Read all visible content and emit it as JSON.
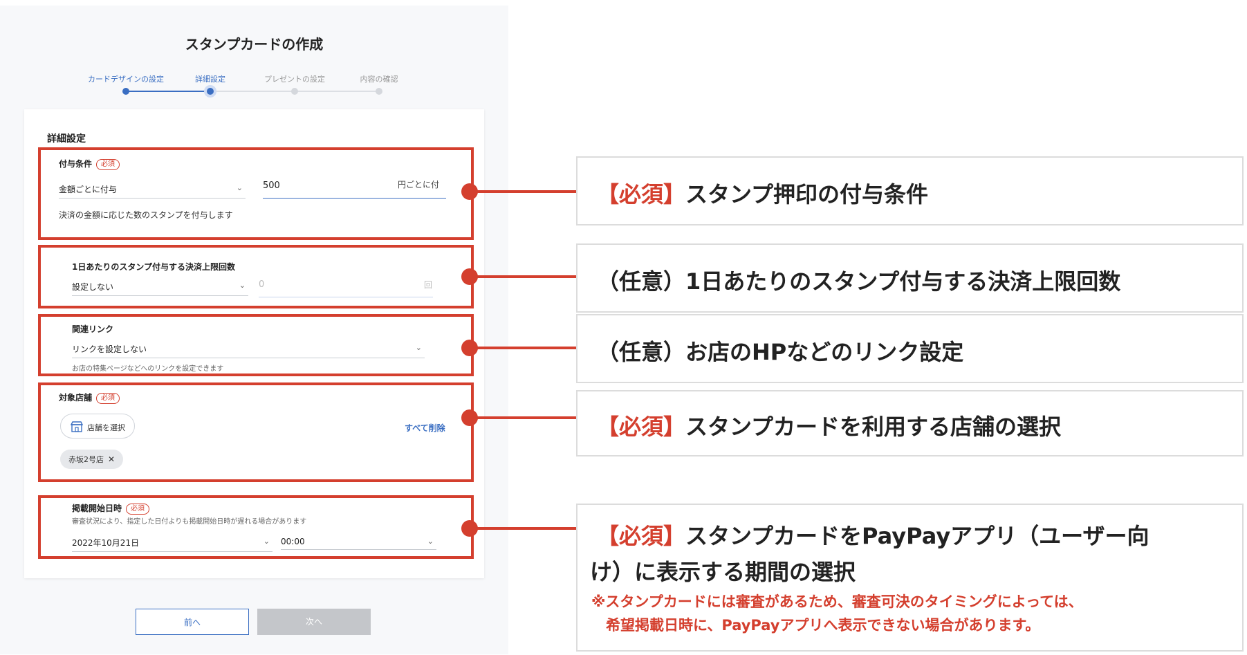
{
  "page": {
    "title": "スタンプカードの作成"
  },
  "stepper": {
    "steps": [
      {
        "label": "カードデザインの設定",
        "state": "done"
      },
      {
        "label": "詳細設定",
        "state": "current"
      },
      {
        "label": "プレゼントの設定",
        "state": "todo"
      },
      {
        "label": "内容の確認",
        "state": "todo"
      }
    ]
  },
  "form": {
    "section_title": "詳細設定",
    "required_badge": "必須",
    "grant": {
      "label": "付与条件",
      "select_value": "金額ごとに付与",
      "amount_value": "500",
      "unit": "円ごとに付",
      "helper": "決済の金額に応じた数のスタンプを付与します"
    },
    "daily_limit": {
      "label": "1日あたりのスタンプ付与する決済上限回数",
      "select_value": "設定しない",
      "count_placeholder": "0",
      "unit": "回"
    },
    "link": {
      "label": "関連リンク",
      "select_value": "リンクを設定しない",
      "helper": "お店の特集ページなどへのリンクを設定できます"
    },
    "stores": {
      "label": "対象店舗",
      "select_button": "店舗を選択",
      "clear_all": "すべて削除",
      "chips": [
        "赤坂2号店"
      ]
    },
    "publish": {
      "label": "掲載開始日時",
      "helper": "審査状況により、指定した日付よりも掲載開始日時が遅れる場合があります",
      "date_value": "2022年10月21日",
      "time_value": "00:00"
    }
  },
  "buttons": {
    "prev": "前へ",
    "next": "次へ"
  },
  "callouts": [
    {
      "tag": "【必須】",
      "text": "スタンプ押印の付与条件"
    },
    {
      "tag": "",
      "text": "（任意）1日あたりのスタンプ付与する決済上限回数"
    },
    {
      "tag": "",
      "text": "（任意）お店のHPなどのリンク設定"
    },
    {
      "tag": "【必須】",
      "text": "スタンプカードを利用する店舗の選択"
    },
    {
      "tag": "【必須】",
      "text": "スタンプカードをPayPayアプリ（ユーザー向",
      "text_line2": "け）に表示する期間の選択",
      "note_line1": "※スタンプカードには審査があるため、審査可決のタイミングによっては、",
      "note_line2": "　希望掲載日時に、PayPayアプリへ表示できない場合があります。"
    }
  ],
  "colors": {
    "accent": "#d43f2e",
    "primary": "#3a6ec2"
  },
  "icons": {
    "select_chevron": "chevron-down-icon",
    "store": "store-icon",
    "remove": "close-icon"
  }
}
